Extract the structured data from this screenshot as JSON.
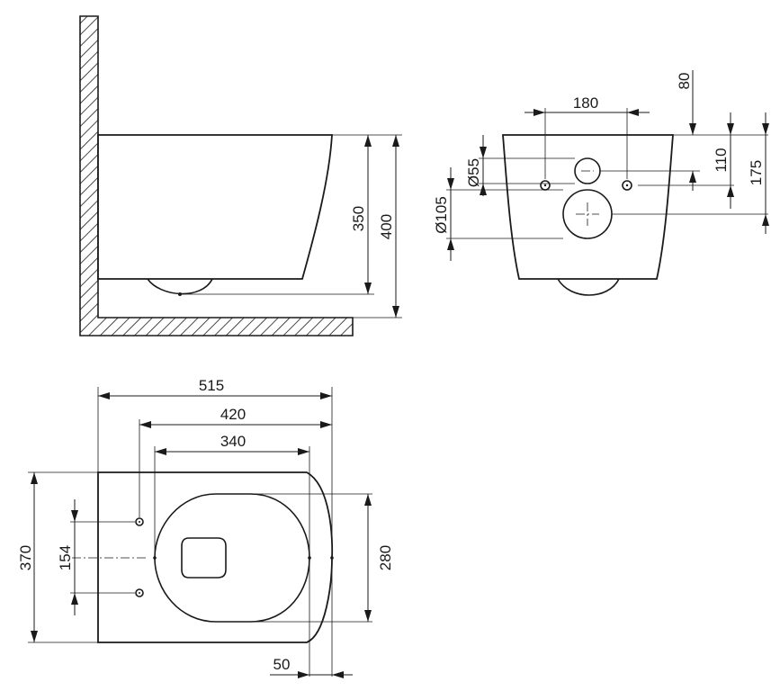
{
  "side_view": {
    "dim_height_bowl": "350",
    "dim_height_total": "400"
  },
  "back_view": {
    "dim_bolt_spacing": "180",
    "dim_top_to_bolts": "80",
    "dim_inlet_height": "110",
    "dim_outlet_height": "175",
    "dim_inlet_diameter": "Ø55",
    "dim_outlet_diameter": "Ø105"
  },
  "top_view": {
    "dim_total_length": "515",
    "dim_bolts_to_front": "420",
    "dim_seat_length": "340",
    "dim_total_width": "370",
    "dim_bolt_spacing": "154",
    "dim_seat_width": "280",
    "dim_front_overhang": "50"
  }
}
